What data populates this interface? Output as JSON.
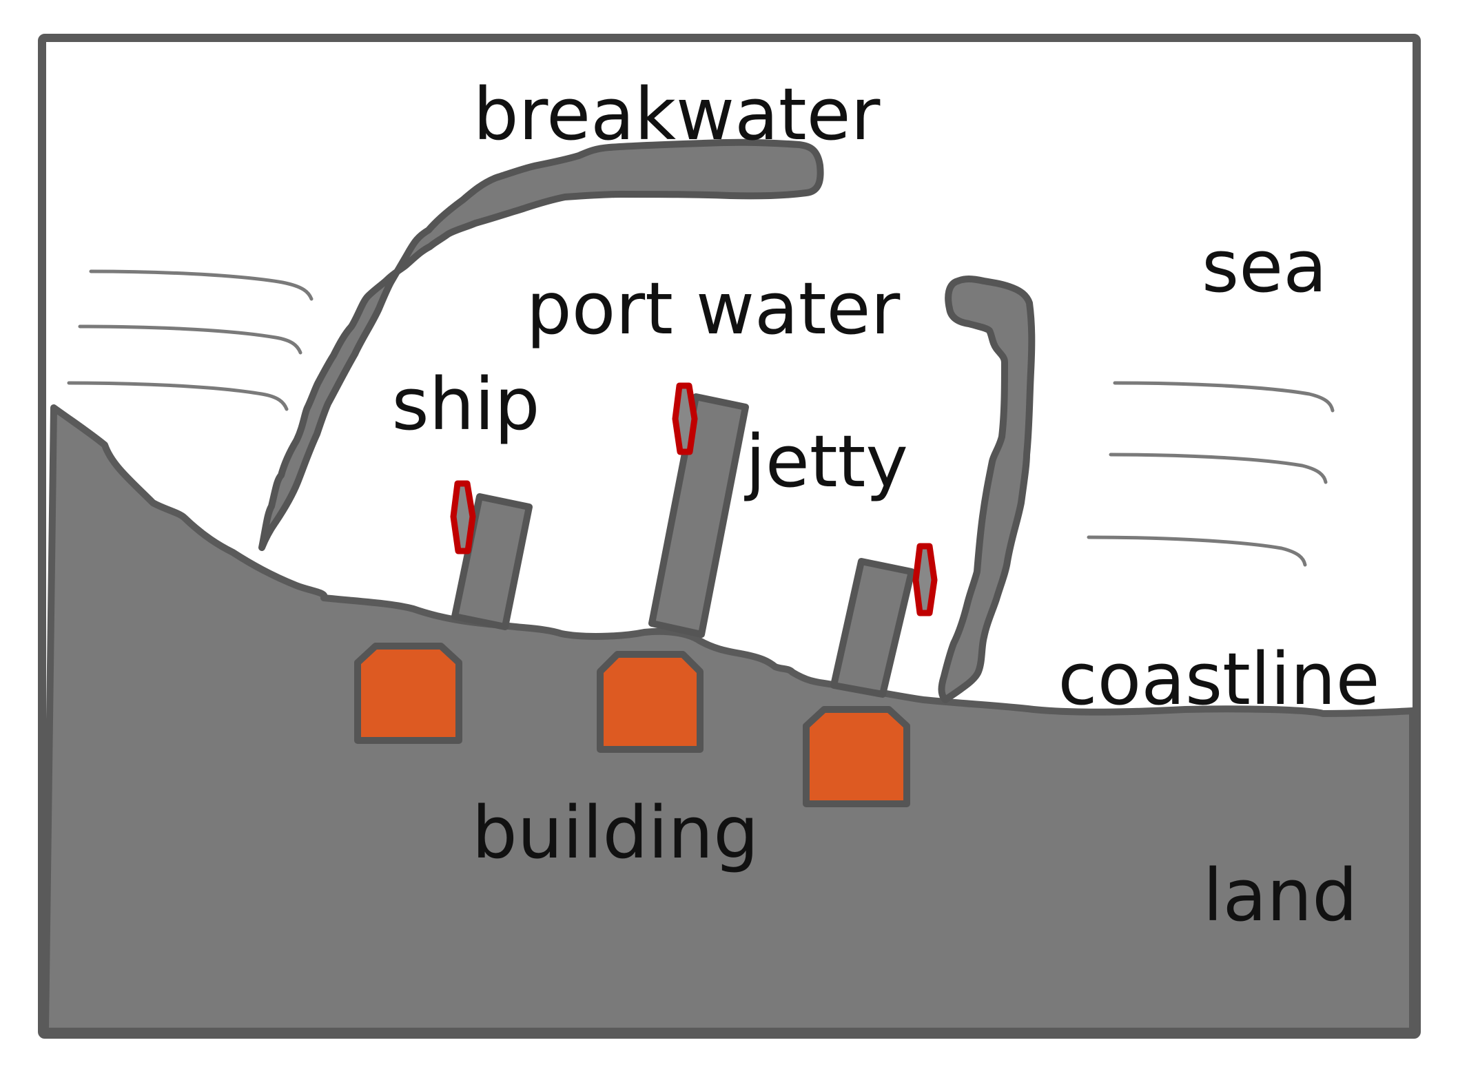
{
  "labels": {
    "breakwater": "breakwater",
    "sea": "sea",
    "port_water": "port water",
    "ship": "ship",
    "jetty": "jetty",
    "coastline": "coastline",
    "building": "building",
    "land": "land"
  },
  "colors": {
    "frame": "#5a5a5a",
    "land_fill": "#7a7a7a",
    "outline": "#555555",
    "building_fill": "#dd5a22",
    "ship_outline": "#c00000",
    "wave_line": "#7a7a7a",
    "background": "#ffffff"
  }
}
